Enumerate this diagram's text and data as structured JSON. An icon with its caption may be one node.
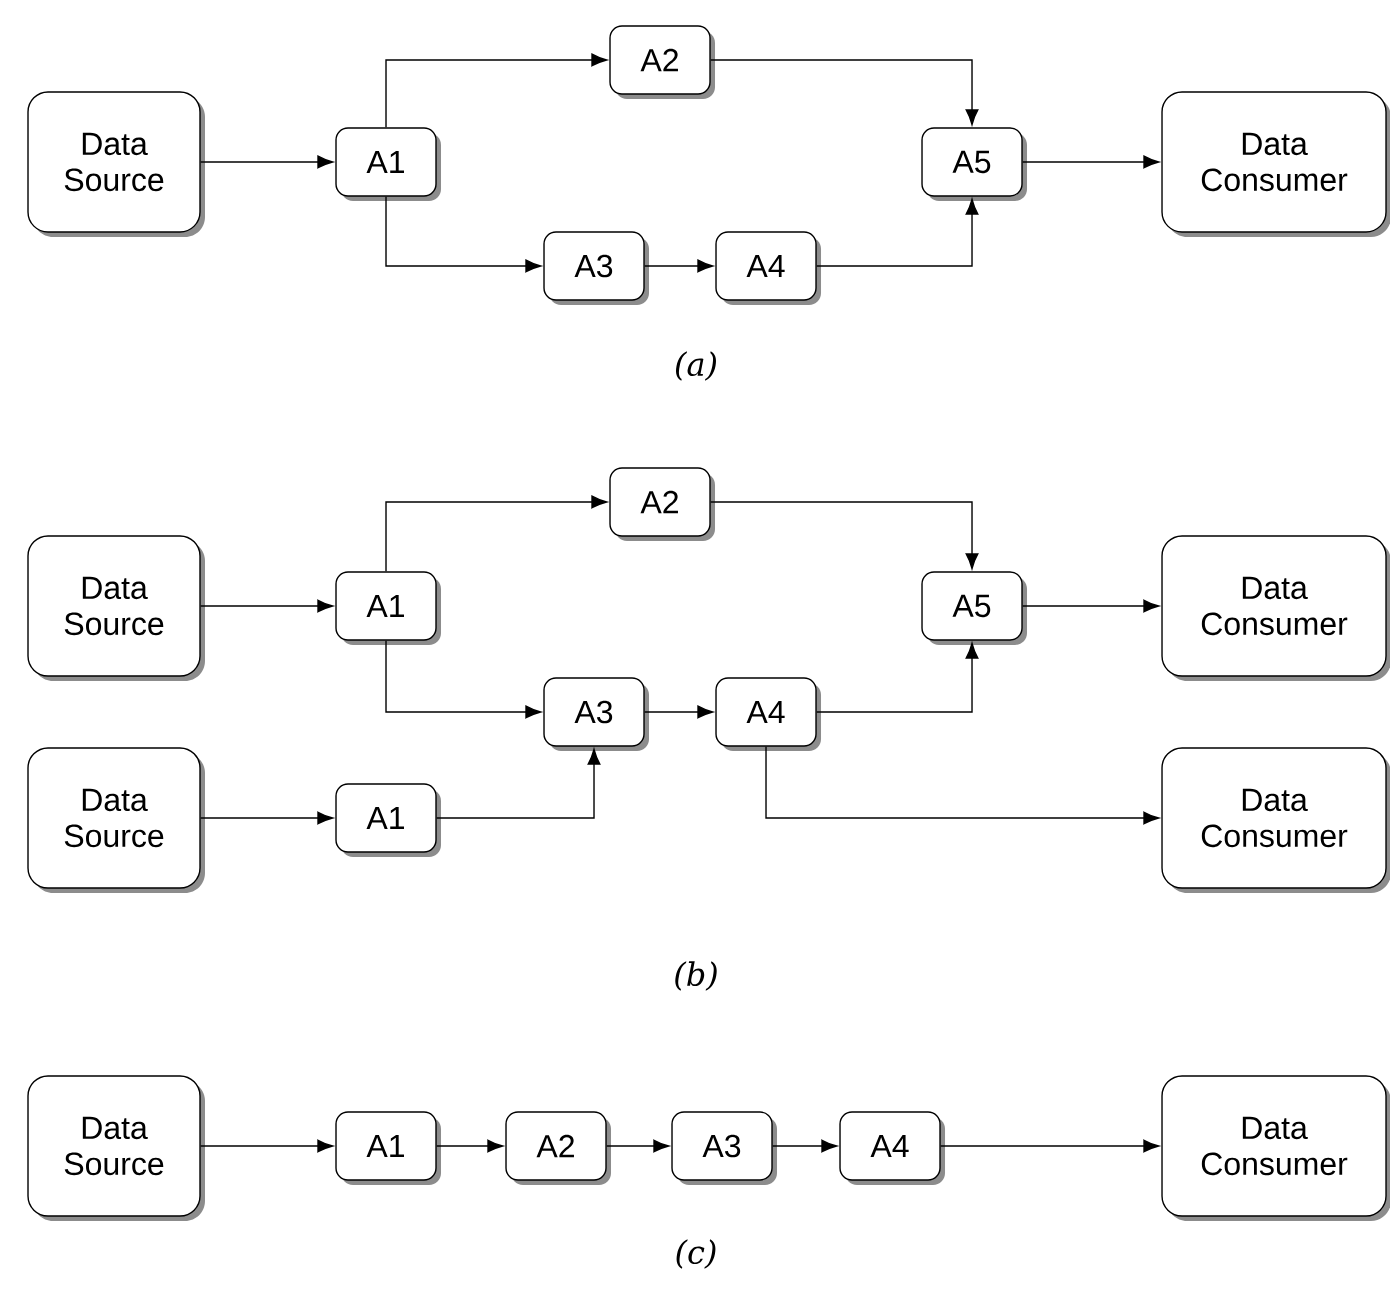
{
  "diagram": {
    "nodes": [
      {
        "text": [
          "Data Source"
        ]
      },
      {
        "text": [
          "A1"
        ]
      },
      {
        "text": [
          "A2"
        ]
      },
      {
        "text": [
          "A3"
        ]
      },
      {
        "text": [
          "A4"
        ]
      },
      {
        "text": [
          "A5"
        ]
      },
      {
        "text": [
          "Data Consumer"
        ]
      },
      {
        "text": [
          "Data Source"
        ]
      },
      {
        "text": [
          "A1"
        ]
      },
      {
        "text": [
          "A2"
        ]
      },
      {
        "text": [
          "A3"
        ]
      },
      {
        "text": [
          "A4"
        ]
      },
      {
        "text": [
          "A5"
        ]
      },
      {
        "text": [
          "Data Consumer"
        ]
      },
      {
        "text": [
          "Data Source"
        ]
      },
      {
        "text": [
          "A1"
        ]
      },
      {
        "text": [
          "Data Consumer"
        ]
      },
      {
        "text": [
          "Data Source"
        ]
      },
      {
        "text": [
          "A1"
        ]
      },
      {
        "text": [
          "A2"
        ]
      },
      {
        "text": [
          "A3"
        ]
      },
      {
        "text": [
          "A4"
        ]
      },
      {
        "text": [
          "Data Consumer"
        ]
      }
    ],
    "edges": [
      {
        "from": 0,
        "to": 1,
        "arrow": "to"
      },
      {
        "from": 1,
        "to": 2,
        "arrow": "to"
      },
      {
        "from": 1,
        "to": 3,
        "arrow": "to"
      },
      {
        "from": 3,
        "to": 4,
        "arrow": "to"
      },
      {
        "from": 2,
        "to": 5,
        "arrow": "to"
      },
      {
        "from": 4,
        "to": 5,
        "arrow": "to"
      },
      {
        "from": 5,
        "to": 6,
        "arrow": "to"
      },
      {
        "from": 7,
        "to": 8,
        "arrow": "to"
      },
      {
        "from": 8,
        "to": 9,
        "arrow": "to"
      },
      {
        "from": 8,
        "to": 10,
        "arrow": "to"
      },
      {
        "from": 10,
        "to": 11,
        "arrow": "to"
      },
      {
        "from": 9,
        "to": 12,
        "arrow": "to"
      },
      {
        "from": 11,
        "to": 12,
        "arrow": "to"
      },
      {
        "from": 12,
        "to": 13,
        "arrow": "to"
      },
      {
        "from": 14,
        "to": 15,
        "arrow": "to"
      },
      {
        "from": 15,
        "to": 10,
        "arrow": "to"
      },
      {
        "from": 11,
        "to": 16,
        "arrow": "to"
      },
      {
        "from": 17,
        "to": 18,
        "arrow": "to"
      },
      {
        "from": 18,
        "to": 19,
        "arrow": "to"
      },
      {
        "from": 19,
        "to": 20,
        "arrow": "to"
      },
      {
        "from": 20,
        "to": 21,
        "arrow": "to"
      },
      {
        "from": 21,
        "to": 22,
        "arrow": "to"
      }
    ],
    "labels": [
      "(a)",
      "(b)",
      "(c)"
    ]
  }
}
